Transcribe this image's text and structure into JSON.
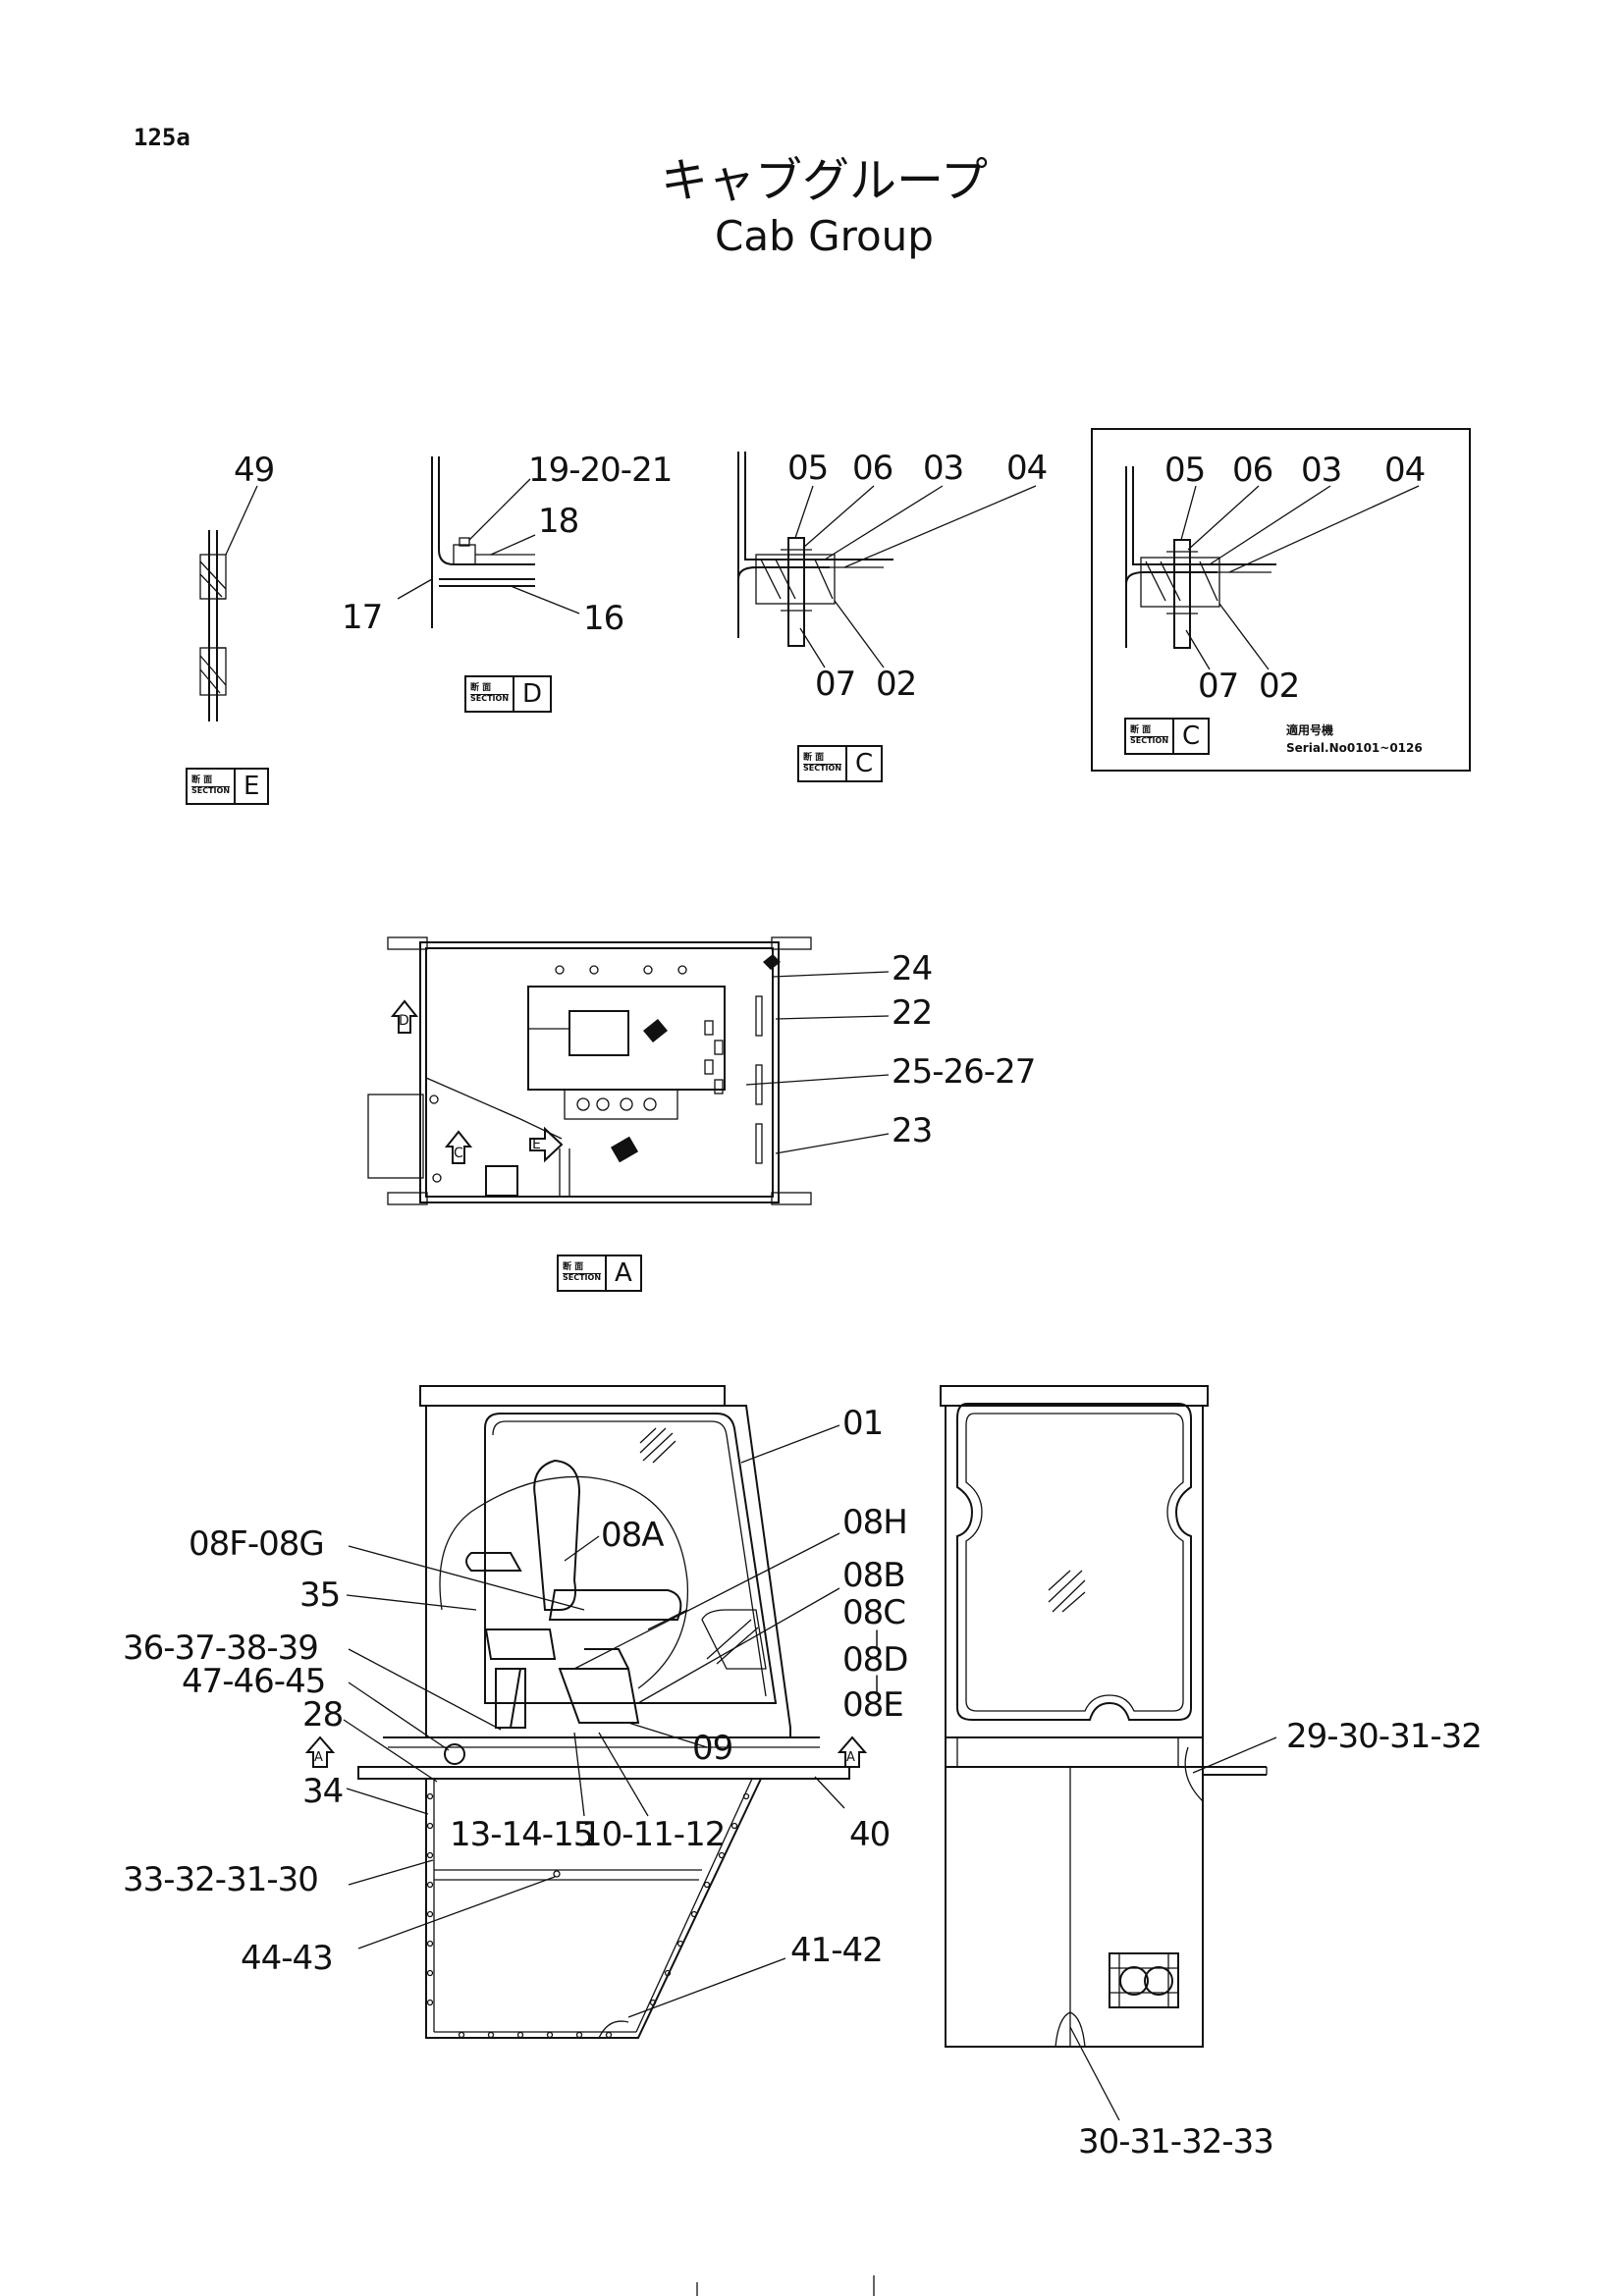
{
  "page": {
    "page_number": "125a",
    "title_jp": "キャブグループ",
    "title_en": "Cab Group"
  },
  "sections": {
    "E": {
      "kanji": "断 面",
      "word": "SECTION",
      "letter": "E"
    },
    "D": {
      "kanji": "断 面",
      "word": "SECTION",
      "letter": "D"
    },
    "C1": {
      "kanji": "断 面",
      "word": "SECTION",
      "letter": "C"
    },
    "C2": {
      "kanji": "断 面",
      "word": "SECTION",
      "letter": "C"
    },
    "A": {
      "kanji": "断 面",
      "word": "SECTION",
      "letter": "A"
    }
  },
  "serial_note": {
    "jp": "適用号機",
    "en": "Serial.No0101~0126"
  },
  "callouts": {
    "c49": "49",
    "c19_20_21": "19-20-21",
    "c18": "18",
    "c17": "17",
    "c16": "16",
    "c05a": "05",
    "c06a": "06",
    "c03a": "03",
    "c04a": "04",
    "c07a": "07",
    "c02a": "02",
    "c05b": "05",
    "c06b": "06",
    "c03b": "03",
    "c04b": "04",
    "c07b": "07",
    "c02b": "02",
    "c24": "24",
    "c22": "22",
    "c25_26_27": "25-26-27",
    "c23": "23",
    "c01": "01",
    "c08f_08g": "08F-08G",
    "c08a": "08A",
    "c08h": "08H",
    "c35": "35",
    "c08b": "08B",
    "c08c": "08C",
    "c08d": "08D",
    "c08e": "08E",
    "c36_39": "36-37-38-39",
    "c47_45": "47-46-45",
    "c28": "28",
    "c09": "09",
    "c29_32": "29-30-31-32",
    "c34": "34",
    "c13_15": "13-14-15",
    "c10_12": "10-11-12",
    "c40": "40",
    "c33_30": "33-32-31-30",
    "c41_42": "41-42",
    "c44_43": "44-43",
    "c30_33": "30-31-32-33"
  },
  "view_markers": {
    "D": "D",
    "E": "E",
    "C": "C",
    "A1": "A",
    "A2": "A"
  }
}
